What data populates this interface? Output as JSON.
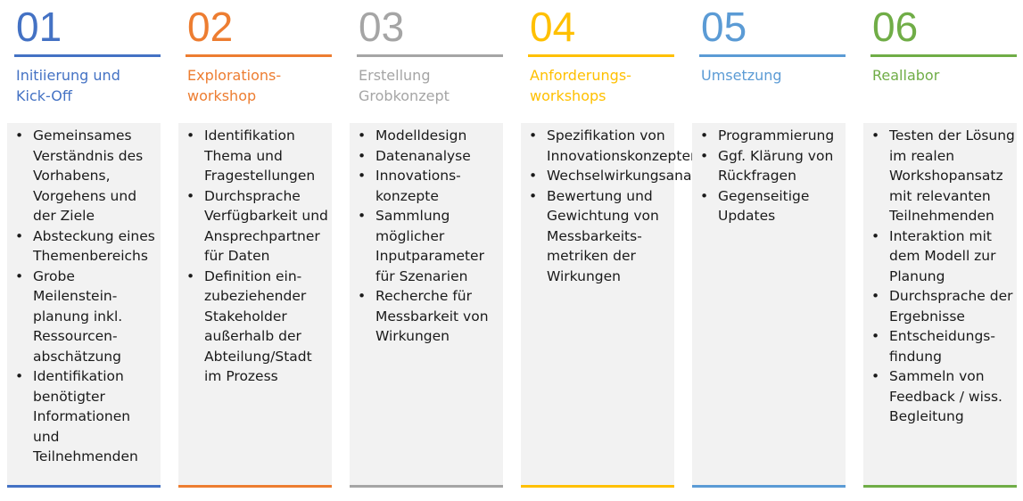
{
  "colors": {
    "blue": "#4472c4",
    "orange": "#ed7d31",
    "gray": "#a5a5a5",
    "yellow": "#ffc000",
    "lightblue": "#5b9bd5",
    "green": "#70ad47"
  },
  "phases": [
    {
      "number": "01",
      "color": "#4472c4",
      "title": "Initiierung und\nKick-Off",
      "items": [
        "Gemeinsames Verständnis des Vorhabens, Vorgehens und der Ziele",
        "Absteckung eines Themenbereichs",
        "Grobe Meilenstein-planung inkl. Ressourcen-abschätzung",
        "Identifikation benötigter Informationen und Teilnehmenden"
      ]
    },
    {
      "number": "02",
      "color": "#ed7d31",
      "title": "Explorations-\nworkshop",
      "items": [
        "Identifikation Thema und Fragestellungen",
        "Durchsprache Verfügbarkeit und Ansprechpartner für Daten",
        "Definition ein-zubeziehender Stakeholder außerhalb der Abteilung/Stadt im Prozess"
      ]
    },
    {
      "number": "03",
      "color": "#a5a5a5",
      "title": "Erstellung\nGrobkonzept",
      "items": [
        "Modelldesign",
        "Datenanalyse",
        "Innovations-konzepte",
        "Sammlung möglicher Inputparameter für Szenarien",
        "Recherche für Messbarkeit von Wirkungen"
      ]
    },
    {
      "number": "04",
      "color": "#ffc000",
      "title": "Anforderungs-\nworkshops",
      "items": [
        "Spezifikation von Innovationskonzepten",
        "Wechselwirkungsanalyse",
        "Bewertung und Gewichtung von Messbarkeits-metriken der Wirkungen"
      ]
    },
    {
      "number": "05",
      "color": "#5b9bd5",
      "title": "Umsetzung",
      "items": [
        "Programmierung",
        "Ggf. Klärung von Rückfragen",
        "Gegenseitige Updates"
      ]
    },
    {
      "number": "06",
      "color": "#70ad47",
      "title": "Reallabor",
      "items": [
        "Testen der Lösung im realen Workshopansatz mit relevanten Teilnehmenden",
        "Interaktion mit dem Modell zur Planung",
        "Durchsprache der Ergebnisse",
        "Entscheidungs-findung",
        "Sammeln von Feedback / wiss. Begleitung"
      ]
    }
  ]
}
